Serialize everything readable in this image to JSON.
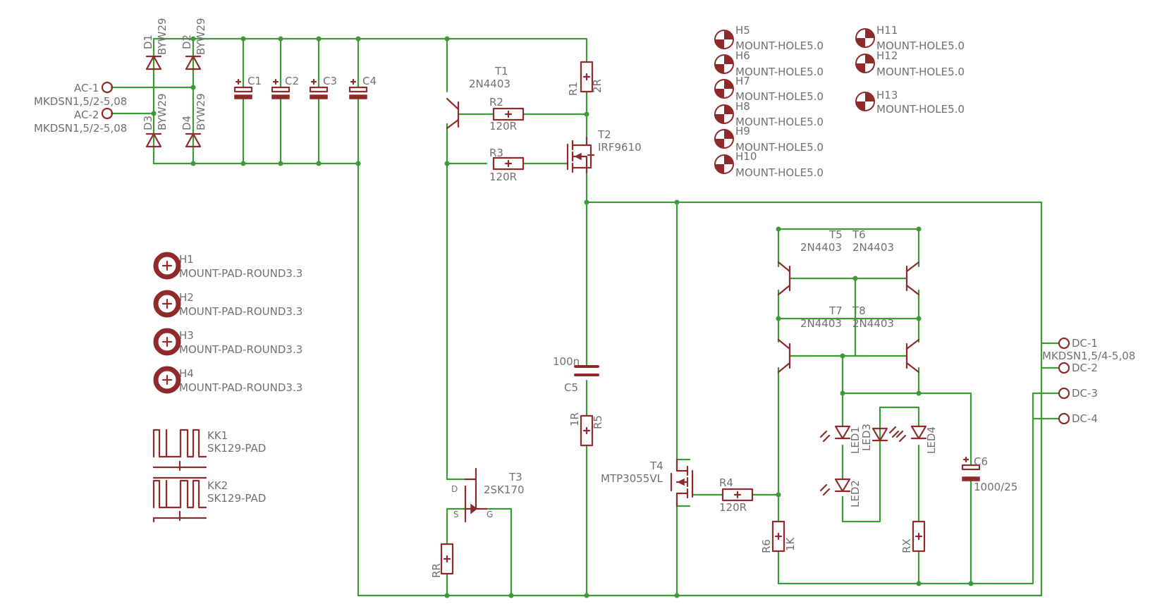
{
  "labels": {
    "D1": "D1",
    "D1v": "BYW29",
    "D2": "D2",
    "D2v": "BYW29",
    "D3": "D3",
    "D3v": "BYW29",
    "D4": "D4",
    "D4v": "BYW29",
    "C1": "C1",
    "C2": "C2",
    "C3": "C3",
    "C4": "C4",
    "AC1": "AC-1",
    "AC1v": "MKDSN1,5/2-5,08",
    "AC2": "AC-2",
    "AC2v": "MKDSN1,5/2-5,08",
    "T1": "T1",
    "T1v": "2N4403",
    "R1": "R1",
    "R1v": "2R",
    "R2": "R2",
    "R2v": "120R",
    "R3": "R3",
    "R3v": "120R",
    "T2": "T2",
    "T2v": "IRF9610",
    "H1": "H1",
    "H1v": "MOUNT-PAD-ROUND3.3",
    "H2": "H2",
    "H2v": "MOUNT-PAD-ROUND3.3",
    "H3": "H3",
    "H3v": "MOUNT-PAD-ROUND3.3",
    "H4": "H4",
    "H4v": "MOUNT-PAD-ROUND3.3",
    "H5": "H5",
    "H5v": "MOUNT-HOLE5.0",
    "H6": "H6",
    "H6v": "MOUNT-HOLE5.0",
    "H7": "H7",
    "H7v": "MOUNT-HOLE5.0",
    "H8": "H8",
    "H8v": "MOUNT-HOLE5.0",
    "H9": "H9",
    "H9v": "MOUNT-HOLE5.0",
    "H10": "H10",
    "H10v": "MOUNT-HOLE5.0",
    "H11": "H11",
    "H11v": "MOUNT-HOLE5.0",
    "H12": "H12",
    "H12v": "MOUNT-HOLE5.0",
    "H13": "H13",
    "H13v": "MOUNT-HOLE5.0",
    "KK1": "KK1",
    "KK1v": "SK129-PAD",
    "KK2": "KK2",
    "KK2v": "SK129-PAD",
    "C5": "C5",
    "C5v": "100n",
    "R5": "R5",
    "R5v": "1R",
    "T3": "T3",
    "T3v": "2SK170",
    "T3d": "D",
    "T3s": "S",
    "T3g": "G",
    "RR": "RR",
    "T4": "T4",
    "T4v": "MTP3055VL",
    "R4": "R4",
    "R4v": "120R",
    "T5": "T5",
    "T5v": "2N4403",
    "T6": "T6",
    "T6v": "2N4403",
    "T7": "T7",
    "T7v": "2N4403",
    "T8": "T8",
    "T8v": "2N4403",
    "R6": "R6",
    "R6v": "1K",
    "RX": "RX",
    "LED1": "LED1",
    "LED2": "LED2",
    "LED3": "LED3",
    "LED4": "LED4",
    "C6": "C6",
    "C6v": "1000/25",
    "DC1": "DC-1",
    "DC1v": "MKDSN1,5/4-5,08",
    "DC2": "DC-2",
    "DC3": "DC-3",
    "DC4": "DC-4"
  },
  "colors": {
    "wire": "#3a9a34",
    "symbol": "#8e2a2a",
    "text": "#707070",
    "background": "#ffffff"
  }
}
